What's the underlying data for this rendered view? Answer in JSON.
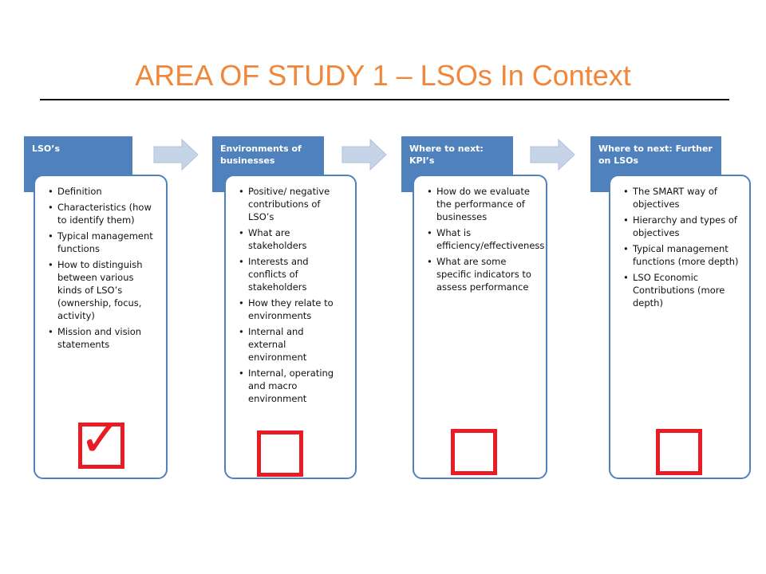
{
  "title": "AREA OF STUDY 1 – LSOs In Context",
  "bullet_glyph": "•",
  "check_glyph": "✓",
  "colors": {
    "title": "#f0863a",
    "accent_blue": "#4f81bd",
    "checkbox_red": "#e81c24",
    "arrow_fill": "#c6d4e8"
  },
  "steps": [
    {
      "header": "LSO’s",
      "checked": true,
      "items": [
        "Definition",
        "Characteristics (how to identify them)",
        "Typical management functions",
        "How to distinguish between various kinds of LSO’s (ownership, focus, activity)",
        "Mission and vision statements"
      ]
    },
    {
      "header": "Environments of businesses",
      "checked": false,
      "items": [
        "Positive/ negative contributions of LSO’s",
        "What are stakeholders",
        "Interests and conflicts of stakeholders",
        "How they relate to environments",
        "Internal and external environment",
        "Internal, operating and macro environment"
      ]
    },
    {
      "header": "Where to next: KPI’s",
      "checked": false,
      "items": [
        "How do we evaluate the performance of businesses",
        "What is efficiency/effectiveness",
        "What are some specific indicators to assess performance"
      ]
    },
    {
      "header": "Where to next: Further on LSOs",
      "checked": false,
      "items": [
        "The SMART way of objectives",
        "Hierarchy and types of objectives",
        "Typical management functions (more depth)",
        "LSO Economic Contributions (more depth)"
      ]
    }
  ]
}
